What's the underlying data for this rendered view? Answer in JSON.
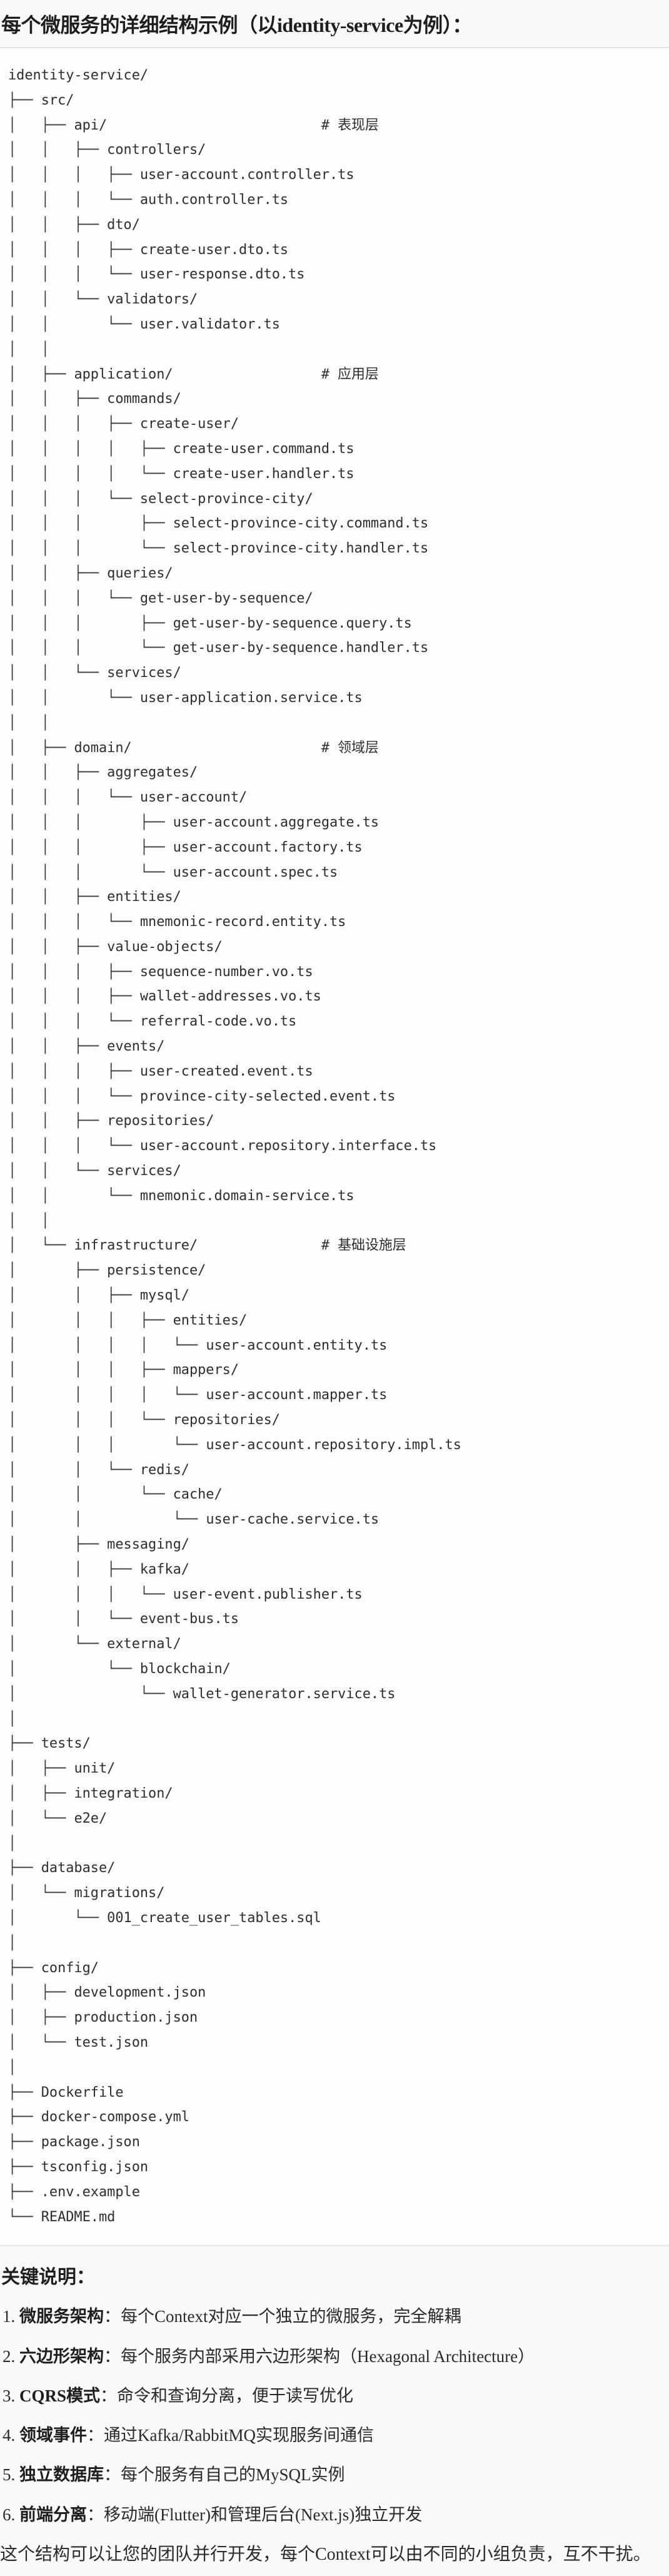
{
  "header": {
    "title": "每个微服务的详细结构示例（以identity-service为例）："
  },
  "tree": [
    {
      "p": "",
      "n": "identity-service/"
    },
    {
      "p": "├── ",
      "n": "src/"
    },
    {
      "p": "│   ├── ",
      "n": "api/",
      "c": "# 表现层"
    },
    {
      "p": "│   │   ├── ",
      "n": "controllers/"
    },
    {
      "p": "│   │   │   ├── ",
      "n": "user-account.controller.ts"
    },
    {
      "p": "│   │   │   └── ",
      "n": "auth.controller.ts"
    },
    {
      "p": "│   │   ├── ",
      "n": "dto/"
    },
    {
      "p": "│   │   │   ├── ",
      "n": "create-user.dto.ts"
    },
    {
      "p": "│   │   │   └── ",
      "n": "user-response.dto.ts"
    },
    {
      "p": "│   │   └── ",
      "n": "validators/"
    },
    {
      "p": "│   │       └── ",
      "n": "user.validator.ts"
    },
    {
      "p": "│   │",
      "n": ""
    },
    {
      "p": "│   ├── ",
      "n": "application/",
      "c": "# 应用层"
    },
    {
      "p": "│   │   ├── ",
      "n": "commands/"
    },
    {
      "p": "│   │   │   ├── ",
      "n": "create-user/"
    },
    {
      "p": "│   │   │   │   ├── ",
      "n": "create-user.command.ts"
    },
    {
      "p": "│   │   │   │   └── ",
      "n": "create-user.handler.ts"
    },
    {
      "p": "│   │   │   └── ",
      "n": "select-province-city/"
    },
    {
      "p": "│   │   │       ├── ",
      "n": "select-province-city.command.ts"
    },
    {
      "p": "│   │   │       └── ",
      "n": "select-province-city.handler.ts"
    },
    {
      "p": "│   │   ├── ",
      "n": "queries/"
    },
    {
      "p": "│   │   │   └── ",
      "n": "get-user-by-sequence/"
    },
    {
      "p": "│   │   │       ├── ",
      "n": "get-user-by-sequence.query.ts"
    },
    {
      "p": "│   │   │       └── ",
      "n": "get-user-by-sequence.handler.ts"
    },
    {
      "p": "│   │   └── ",
      "n": "services/"
    },
    {
      "p": "│   │       └── ",
      "n": "user-application.service.ts"
    },
    {
      "p": "│   │",
      "n": ""
    },
    {
      "p": "│   ├── ",
      "n": "domain/",
      "c": "# 领域层"
    },
    {
      "p": "│   │   ├── ",
      "n": "aggregates/"
    },
    {
      "p": "│   │   │   └── ",
      "n": "user-account/"
    },
    {
      "p": "│   │   │       ├── ",
      "n": "user-account.aggregate.ts"
    },
    {
      "p": "│   │   │       ├── ",
      "n": "user-account.factory.ts"
    },
    {
      "p": "│   │   │       └── ",
      "n": "user-account.spec.ts"
    },
    {
      "p": "│   │   ├── ",
      "n": "entities/"
    },
    {
      "p": "│   │   │   └── ",
      "n": "mnemonic-record.entity.ts"
    },
    {
      "p": "│   │   ├── ",
      "n": "value-objects/"
    },
    {
      "p": "│   │   │   ├── ",
      "n": "sequence-number.vo.ts"
    },
    {
      "p": "│   │   │   ├── ",
      "n": "wallet-addresses.vo.ts"
    },
    {
      "p": "│   │   │   └── ",
      "n": "referral-code.vo.ts"
    },
    {
      "p": "│   │   ├── ",
      "n": "events/"
    },
    {
      "p": "│   │   │   ├── ",
      "n": "user-created.event.ts"
    },
    {
      "p": "│   │   │   └── ",
      "n": "province-city-selected.event.ts"
    },
    {
      "p": "│   │   ├── ",
      "n": "repositories/"
    },
    {
      "p": "│   │   │   └── ",
      "n": "user-account.repository.interface.ts"
    },
    {
      "p": "│   │   └── ",
      "n": "services/"
    },
    {
      "p": "│   │       └── ",
      "n": "mnemonic.domain-service.ts"
    },
    {
      "p": "│   │",
      "n": ""
    },
    {
      "p": "│   └── ",
      "n": "infrastructure/",
      "c": "# 基础设施层"
    },
    {
      "p": "│       ├── ",
      "n": "persistence/"
    },
    {
      "p": "│       │   ├── ",
      "n": "mysql/"
    },
    {
      "p": "│       │   │   ├── ",
      "n": "entities/"
    },
    {
      "p": "│       │   │   │   └── ",
      "n": "user-account.entity.ts"
    },
    {
      "p": "│       │   │   ├── ",
      "n": "mappers/"
    },
    {
      "p": "│       │   │   │   └── ",
      "n": "user-account.mapper.ts"
    },
    {
      "p": "│       │   │   └── ",
      "n": "repositories/"
    },
    {
      "p": "│       │   │       └── ",
      "n": "user-account.repository.impl.ts"
    },
    {
      "p": "│       │   └── ",
      "n": "redis/"
    },
    {
      "p": "│       │       └── ",
      "n": "cache/"
    },
    {
      "p": "│       │           └── ",
      "n": "user-cache.service.ts"
    },
    {
      "p": "│       ├── ",
      "n": "messaging/"
    },
    {
      "p": "│       │   ├── ",
      "n": "kafka/"
    },
    {
      "p": "│       │   │   └── ",
      "n": "user-event.publisher.ts"
    },
    {
      "p": "│       │   └── ",
      "n": "event-bus.ts"
    },
    {
      "p": "│       └── ",
      "n": "external/"
    },
    {
      "p": "│           └── ",
      "n": "blockchain/"
    },
    {
      "p": "│               └── ",
      "n": "wallet-generator.service.ts"
    },
    {
      "p": "│",
      "n": ""
    },
    {
      "p": "├── ",
      "n": "tests/"
    },
    {
      "p": "│   ├── ",
      "n": "unit/"
    },
    {
      "p": "│   ├── ",
      "n": "integration/"
    },
    {
      "p": "│   └── ",
      "n": "e2e/"
    },
    {
      "p": "│",
      "n": ""
    },
    {
      "p": "├── ",
      "n": "database/"
    },
    {
      "p": "│   └── ",
      "n": "migrations/"
    },
    {
      "p": "│       └── ",
      "n": "001_create_user_tables.sql"
    },
    {
      "p": "│",
      "n": ""
    },
    {
      "p": "├── ",
      "n": "config/"
    },
    {
      "p": "│   ├── ",
      "n": "development.json"
    },
    {
      "p": "│   ├── ",
      "n": "production.json"
    },
    {
      "p": "│   └── ",
      "n": "test.json"
    },
    {
      "p": "│",
      "n": ""
    },
    {
      "p": "├── ",
      "n": "Dockerfile"
    },
    {
      "p": "├── ",
      "n": "docker-compose.yml"
    },
    {
      "p": "├── ",
      "n": "package.json"
    },
    {
      "p": "├── ",
      "n": "tsconfig.json"
    },
    {
      "p": "├── ",
      "n": ".env.example"
    },
    {
      "p": "└── ",
      "n": "README.md"
    }
  ],
  "notes": {
    "heading": "关键说明：",
    "items": [
      {
        "num": "1. ",
        "label": "微服务架构",
        "sep": "：",
        "text": "每个Context对应一个独立的微服务，完全解耦"
      },
      {
        "num": "2. ",
        "label": "六边形架构",
        "sep": "：",
        "text": "每个服务内部采用六边形架构（Hexagonal Architecture）"
      },
      {
        "num": "3. ",
        "label": "CQRS模式",
        "sep": "：",
        "text": "命令和查询分离，便于读写优化"
      },
      {
        "num": "4. ",
        "label": "领域事件",
        "sep": "：",
        "text": "通过Kafka/RabbitMQ实现服务间通信"
      },
      {
        "num": "5. ",
        "label": "独立数据库",
        "sep": "：",
        "text": "每个服务有自己的MySQL实例"
      },
      {
        "num": "6. ",
        "label": "前端分离",
        "sep": "：",
        "text": "移动端(Flutter)和管理后台(Next.js)独立开发"
      }
    ],
    "summary": "这个结构可以让您的团队并行开发，每个Context可以由不同的小组负责，互不干扰。"
  }
}
